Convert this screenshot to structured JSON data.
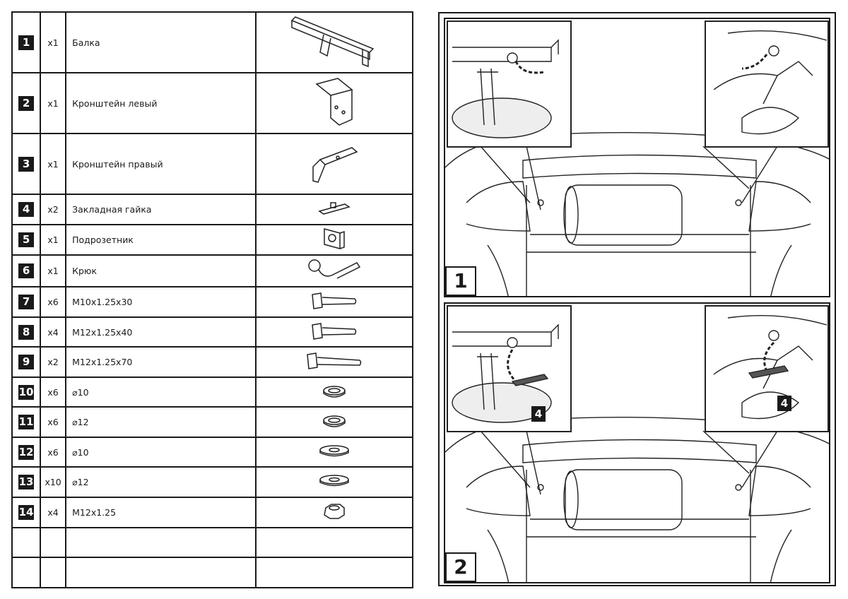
{
  "parts": [
    {
      "num": "1",
      "qty": "x1",
      "name": "Балка",
      "icon": "tow-bar-beam"
    },
    {
      "num": "2",
      "qty": "x1",
      "name": "Кронштейн левый",
      "icon": "left-bracket"
    },
    {
      "num": "3",
      "qty": "x1",
      "name": "Кронштейн правый",
      "icon": "right-bracket"
    },
    {
      "num": "4",
      "qty": "x2",
      "name": "Закладная гайка",
      "icon": "embedded-nut-plate"
    },
    {
      "num": "5",
      "qty": "x1",
      "name": "Подрозетник",
      "icon": "socket-plate"
    },
    {
      "num": "6",
      "qty": "x1",
      "name": "Крюк",
      "icon": "tow-hook"
    },
    {
      "num": "7",
      "qty": "x6",
      "name": "M10x1.25x30",
      "icon": "bolt"
    },
    {
      "num": "8",
      "qty": "x4",
      "name": "M12x1.25x40",
      "icon": "bolt"
    },
    {
      "num": "9",
      "qty": "x2",
      "name": "M12x1.25x70",
      "icon": "long-bolt"
    },
    {
      "num": "10",
      "qty": "x6",
      "name": "⌀10",
      "icon": "spring-washer"
    },
    {
      "num": "11",
      "qty": "x6",
      "name": "⌀12",
      "icon": "spring-washer"
    },
    {
      "num": "12",
      "qty": "x6",
      "name": "⌀10",
      "icon": "flat-washer"
    },
    {
      "num": "13",
      "qty": "x10",
      "name": "⌀12",
      "icon": "flat-washer"
    },
    {
      "num": "14",
      "qty": "x4",
      "name": "M12x1.25",
      "icon": "hex-nut"
    },
    {
      "num": "",
      "qty": "",
      "name": "",
      "icon": ""
    },
    {
      "num": "",
      "qty": "",
      "name": "",
      "icon": ""
    }
  ],
  "steps": [
    {
      "number": "1"
    },
    {
      "number": "2",
      "callout_left": "4",
      "callout_right": "4"
    }
  ]
}
